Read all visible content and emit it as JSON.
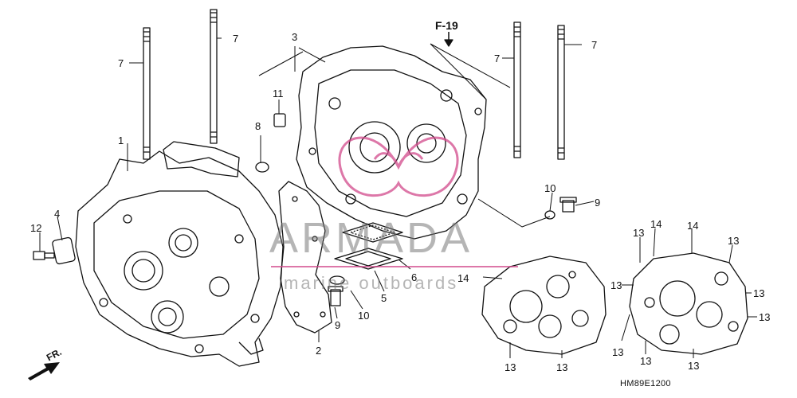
{
  "diagram": {
    "reference_ref": "F-19",
    "drawing_code": "HM89E1200",
    "front_marker": "FR.",
    "watermark": {
      "title": "ARMADA",
      "subtitle": "marine outboards",
      "accent": "#d24a8c"
    },
    "callouts": [
      "1",
      "2",
      "3",
      "4",
      "5",
      "6",
      "7",
      "7",
      "7",
      "7",
      "8",
      "9",
      "9",
      "10",
      "10",
      "11",
      "12",
      "13",
      "14"
    ]
  }
}
